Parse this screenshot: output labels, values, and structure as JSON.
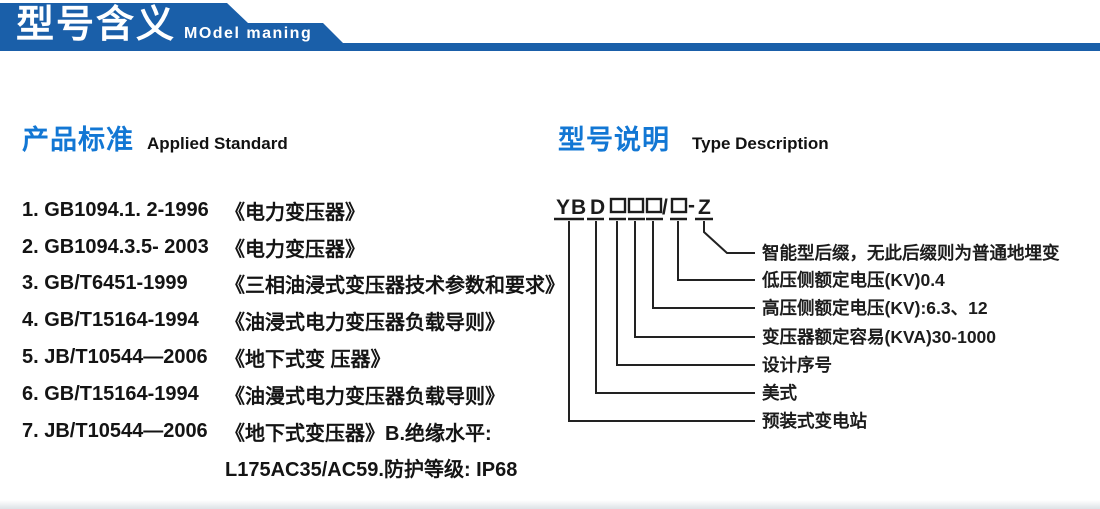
{
  "header": {
    "title_zh": "型号含义",
    "title_en": "MOdel maning"
  },
  "left": {
    "heading_zh": "产品标准",
    "heading_en": "Applied Standard",
    "items": [
      {
        "code": "1. GB1094.1. 2-1996",
        "name": "《电力变压器》"
      },
      {
        "code": "2. GB1094.3.5- 2003",
        "name": "《电力变压器》"
      },
      {
        "code": "3. GB/T6451-1999",
        "name": "《三相油浸式变压器技术参数和要求》"
      },
      {
        "code": "4. GB/T15164-1994",
        "name": "《油浸式电力变压器负载导则》"
      },
      {
        "code": "5. JB/T10544—2006",
        "name": "《地下式变 压器》"
      },
      {
        "code": "6. GB/T15164-1994",
        "name": "《油漫式电力变压器负载导则》"
      },
      {
        "code": "7. JB/T10544—2006",
        "name": "《地下式变压器》B.绝缘水平:"
      },
      {
        "code": "",
        "name": "L175AC35/AC59.防护等级: IP68"
      }
    ]
  },
  "right": {
    "heading_zh": "型号说明",
    "heading_en": "Type Description",
    "model_code": {
      "prefix": "YB",
      "type_letter": "D",
      "slash": "/",
      "dash": "-",
      "suffix": "Z"
    },
    "labels": [
      "智能型后缀，无此后缀则为普通地埋变",
      "低压侧额定电压(KV)0.4",
      "高压侧额定电压(KV):6.3、12",
      "变压器额定容易(KVA)30-1000",
      "设计序号",
      "美式",
      "预装式变电站"
    ]
  },
  "colors": {
    "banner_blue": "#1a5fa9",
    "accent_blue": "#1277d4",
    "text": "#141414"
  }
}
